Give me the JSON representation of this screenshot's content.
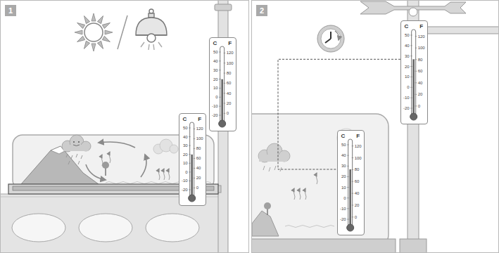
{
  "diagram": {
    "nodes": [
      {
        "text": [
          "1"
        ]
      },
      {
        "text": [
          "C",
          "F",
          "50",
          "40",
          "30",
          "20",
          "10",
          "0",
          "-10",
          "-20",
          "120",
          "100",
          "80",
          "60",
          "40",
          "20",
          "0"
        ],
        "in": 0
      },
      {
        "text": [
          "C",
          "F",
          "50",
          "40",
          "30",
          "20",
          "10",
          "0",
          "-10",
          "-20",
          "120",
          "100",
          "80",
          "60",
          "40",
          "20",
          "0"
        ],
        "in": 0
      },
      {
        "text": [
          "2"
        ]
      },
      {
        "text": [
          "C",
          "F",
          "50",
          "40",
          "30",
          "20",
          "10",
          "0",
          "-10",
          "-20",
          "120",
          "100",
          "80",
          "60",
          "40",
          "20",
          "0"
        ],
        "in": 3
      },
      {
        "text": [
          "C",
          "F",
          "50",
          "40",
          "30",
          "20",
          "10",
          "0",
          "-10",
          "-20",
          "120",
          "100",
          "80",
          "60",
          "40",
          "20",
          "0"
        ],
        "in": 3
      }
    ],
    "edges": [
      {
        "from": 5,
        "to": 4,
        "arrow": "none"
      }
    ]
  }
}
